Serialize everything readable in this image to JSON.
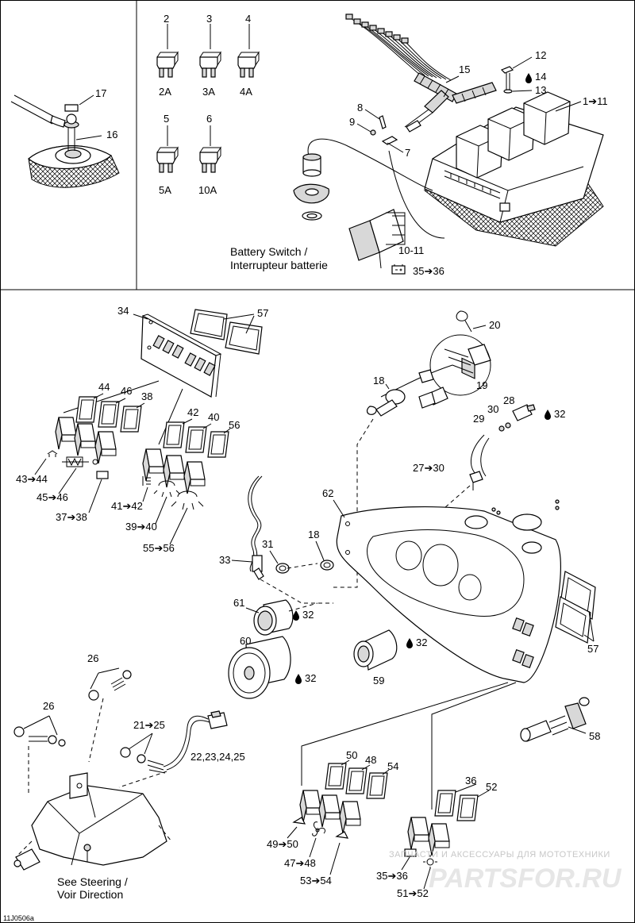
{
  "fuses": [
    {
      "ref": "2",
      "rating": "2A"
    },
    {
      "ref": "3",
      "rating": "3A"
    },
    {
      "ref": "4",
      "rating": "4A"
    },
    {
      "ref": "5",
      "rating": "5A"
    },
    {
      "ref": "6",
      "rating": "10A"
    }
  ],
  "callouts": {
    "c17": "17",
    "c16": "16",
    "c12": "12",
    "c14": "14",
    "c13": "13",
    "c1_11": "1➔11",
    "c15": "15",
    "c8": "8",
    "c9": "9",
    "c7": "7",
    "c10_11": "10-11",
    "c35_36a": "35➔36",
    "c34": "34",
    "c57a": "57",
    "c20": "20",
    "c19": "19",
    "c18a": "18",
    "c28": "28",
    "c30": "30",
    "c32a": "32",
    "c29": "29",
    "c27_30": "27➔30",
    "c44": "44",
    "c46": "46",
    "c38": "38",
    "c42": "42",
    "c40": "40",
    "c56": "56",
    "c43_44": "43➔44",
    "c45_46": "45➔46",
    "c37_38": "37➔38",
    "c41_42": "41➔42",
    "c39_40": "39➔40",
    "c55_56": "55➔56",
    "c62": "62",
    "c33": "33",
    "c31": "31",
    "c18b": "18",
    "c61": "61",
    "c32b": "32",
    "c60": "60",
    "c32c": "32",
    "c59": "59",
    "c32d": "32",
    "c57b": "57",
    "c58": "58",
    "c26a": "26",
    "c26b": "26",
    "c21_25": "21➔25",
    "c22_25": "22,23,24,25",
    "c50": "50",
    "c48": "48",
    "c54": "54",
    "c49_50": "49➔50",
    "c47_48": "47➔48",
    "c53_54": "53➔54",
    "c36": "36",
    "c52": "52",
    "c35_36b": "35➔36",
    "c51_52": "51➔52"
  },
  "captions": {
    "battery_switch_en": "Battery Switch /",
    "battery_switch_fr": "Interrupteur batterie",
    "see_steering_en": "See  Steering /",
    "see_steering_fr": "Voir Direction",
    "figure_code": "11J0506a"
  },
  "watermark": {
    "line1": "ЗАПЧАСТИ И АКСЕССУАРЫ ДЛЯ МОТОТЕХНИКИ",
    "brand": "PARTSFOR.RU"
  },
  "icons": {
    "loctite": "droplet-icon",
    "battery": "battery-icon",
    "horn": "horn-icon",
    "fan": "fan-icon",
    "light": "light-beam-icon",
    "heater": "heater-icon"
  }
}
